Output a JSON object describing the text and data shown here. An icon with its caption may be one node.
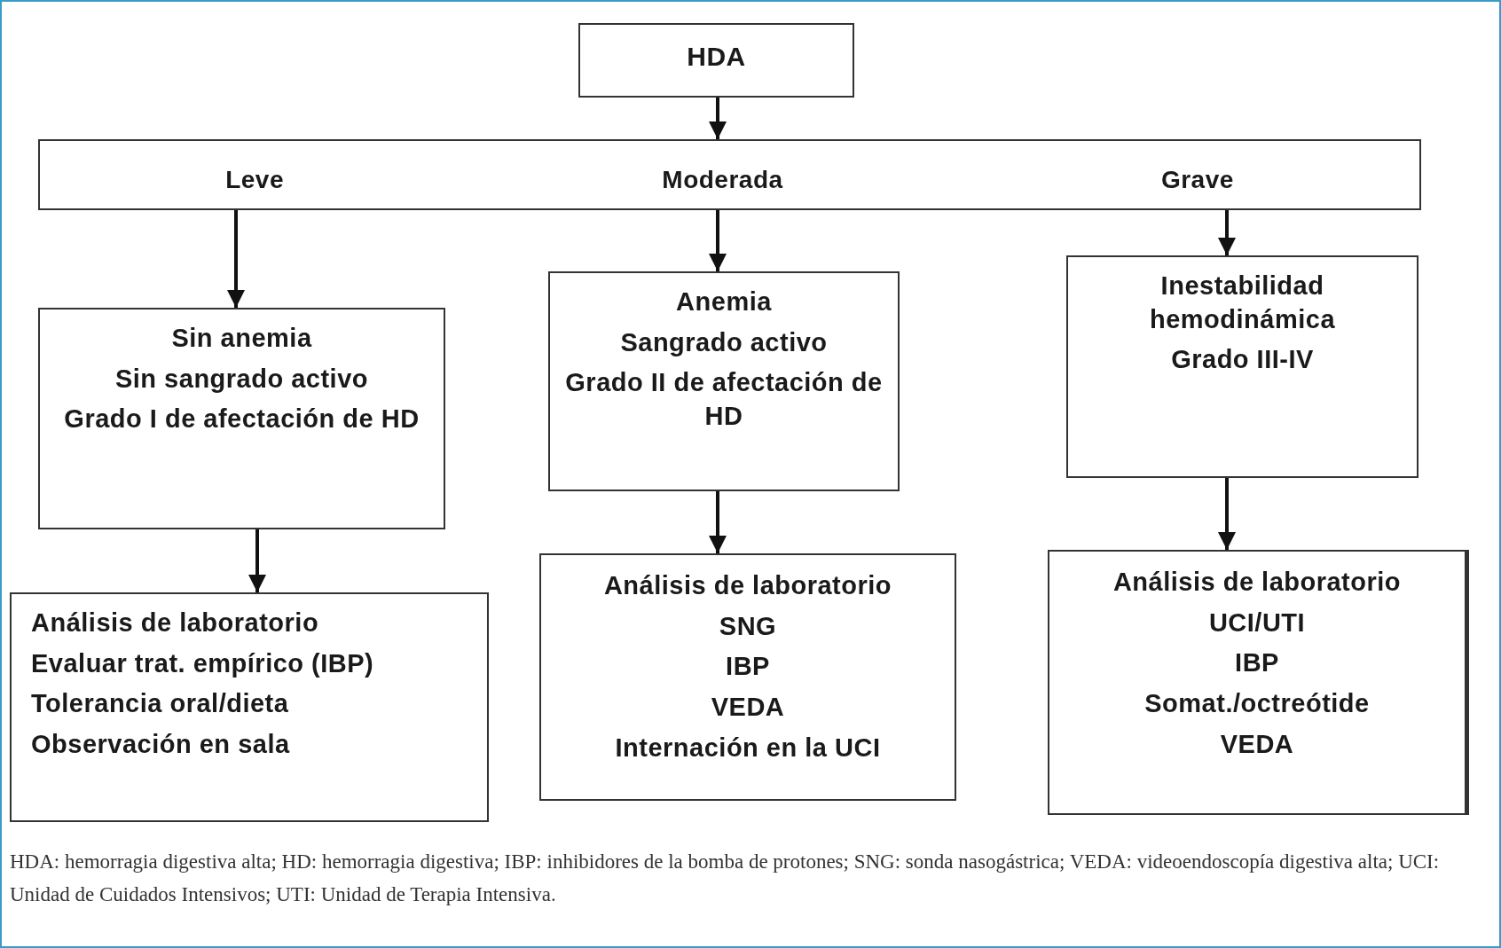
{
  "diagram": {
    "caption": "HDA: hemorragia digestiva alta; HD: hemorragia digestiva; IBP: inhibidores de la bomba de protones; SNG: sonda nasogástrica; VEDA: videoendoscopía digestiva alta; UCI: Unidad de Cuidados Intensivos; UTI: Unidad de Terapia Intensiva.",
    "nodes": [
      {
        "text": [
          "HDA"
        ]
      },
      {
        "text": [
          "Leve",
          "Moderada",
          "Grave"
        ]
      },
      {
        "text": [
          "Sin anemia",
          "Sin sangrado activo",
          "Grado I de afectación de HD"
        ]
      },
      {
        "text": [
          "Anemia",
          "Sangrado activo",
          "Grado II de afectación de HD"
        ]
      },
      {
        "text": [
          "Inestabilidad hemodinámica",
          "Grado III-IV"
        ]
      },
      {
        "text": [
          "Análisis de laboratorio",
          "Evaluar trat. empírico (IBP)",
          "Tolerancia oral/dieta",
          "Observación en sala"
        ]
      },
      {
        "text": [
          "Análisis de laboratorio",
          "SNG",
          "IBP",
          "VEDA",
          "Internación en la UCI"
        ]
      },
      {
        "text": [
          "Análisis de laboratorio",
          "UCI/UTI",
          "IBP",
          "Somat./octreótide",
          "VEDA"
        ]
      }
    ],
    "edges": [
      {
        "from": 0,
        "to": 1,
        "arrow": "to"
      },
      {
        "from": 1,
        "to": 2,
        "arrow": "to"
      },
      {
        "from": 1,
        "to": 3,
        "arrow": "to"
      },
      {
        "from": 1,
        "to": 4,
        "arrow": "to"
      },
      {
        "from": 2,
        "to": 5,
        "arrow": "to"
      },
      {
        "from": 3,
        "to": 6,
        "arrow": "to"
      },
      {
        "from": 4,
        "to": 7,
        "arrow": "to"
      }
    ]
  }
}
